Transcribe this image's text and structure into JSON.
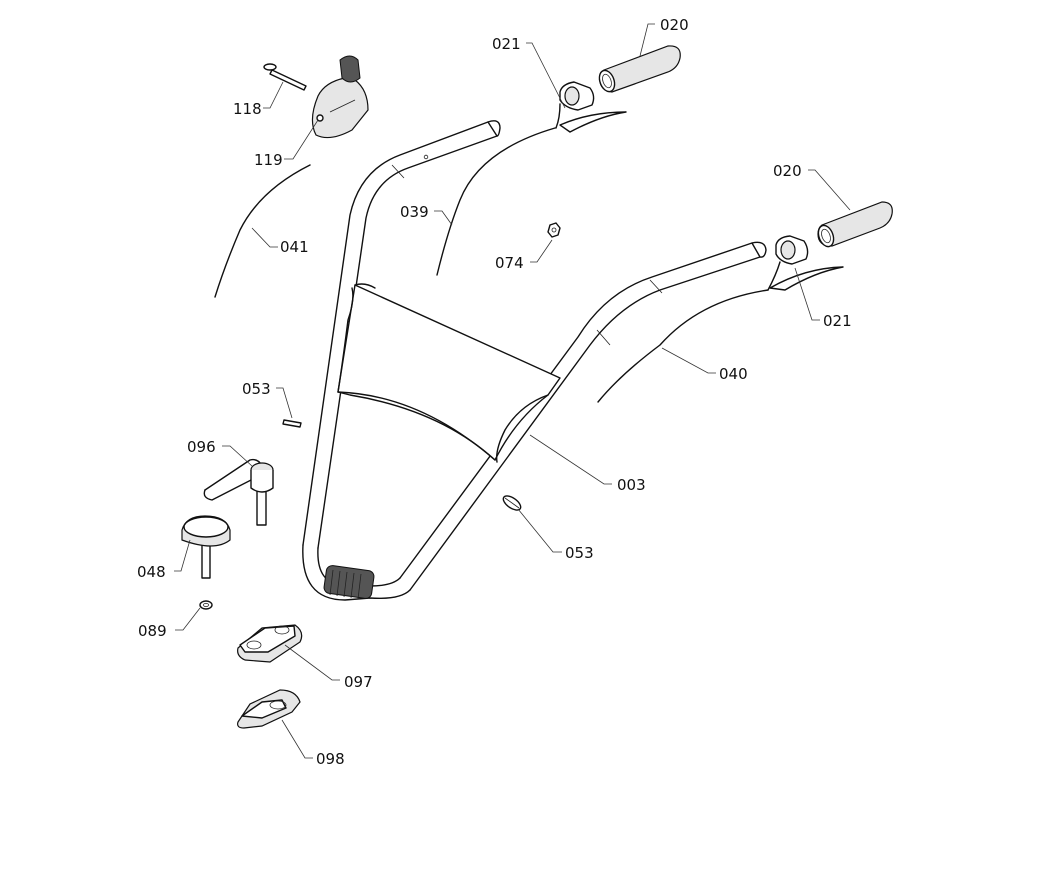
{
  "labels": {
    "l_020a": "020",
    "l_021a": "021",
    "l_118": "118",
    "l_119": "119",
    "l_041": "041",
    "l_039": "039",
    "l_074": "074",
    "l_020b": "020",
    "l_021b": "021",
    "l_040": "040",
    "l_053a": "053",
    "l_096": "096",
    "l_003": "003",
    "l_053b": "053",
    "l_048": "048",
    "l_089": "089",
    "l_097": "097",
    "l_098": "098"
  }
}
